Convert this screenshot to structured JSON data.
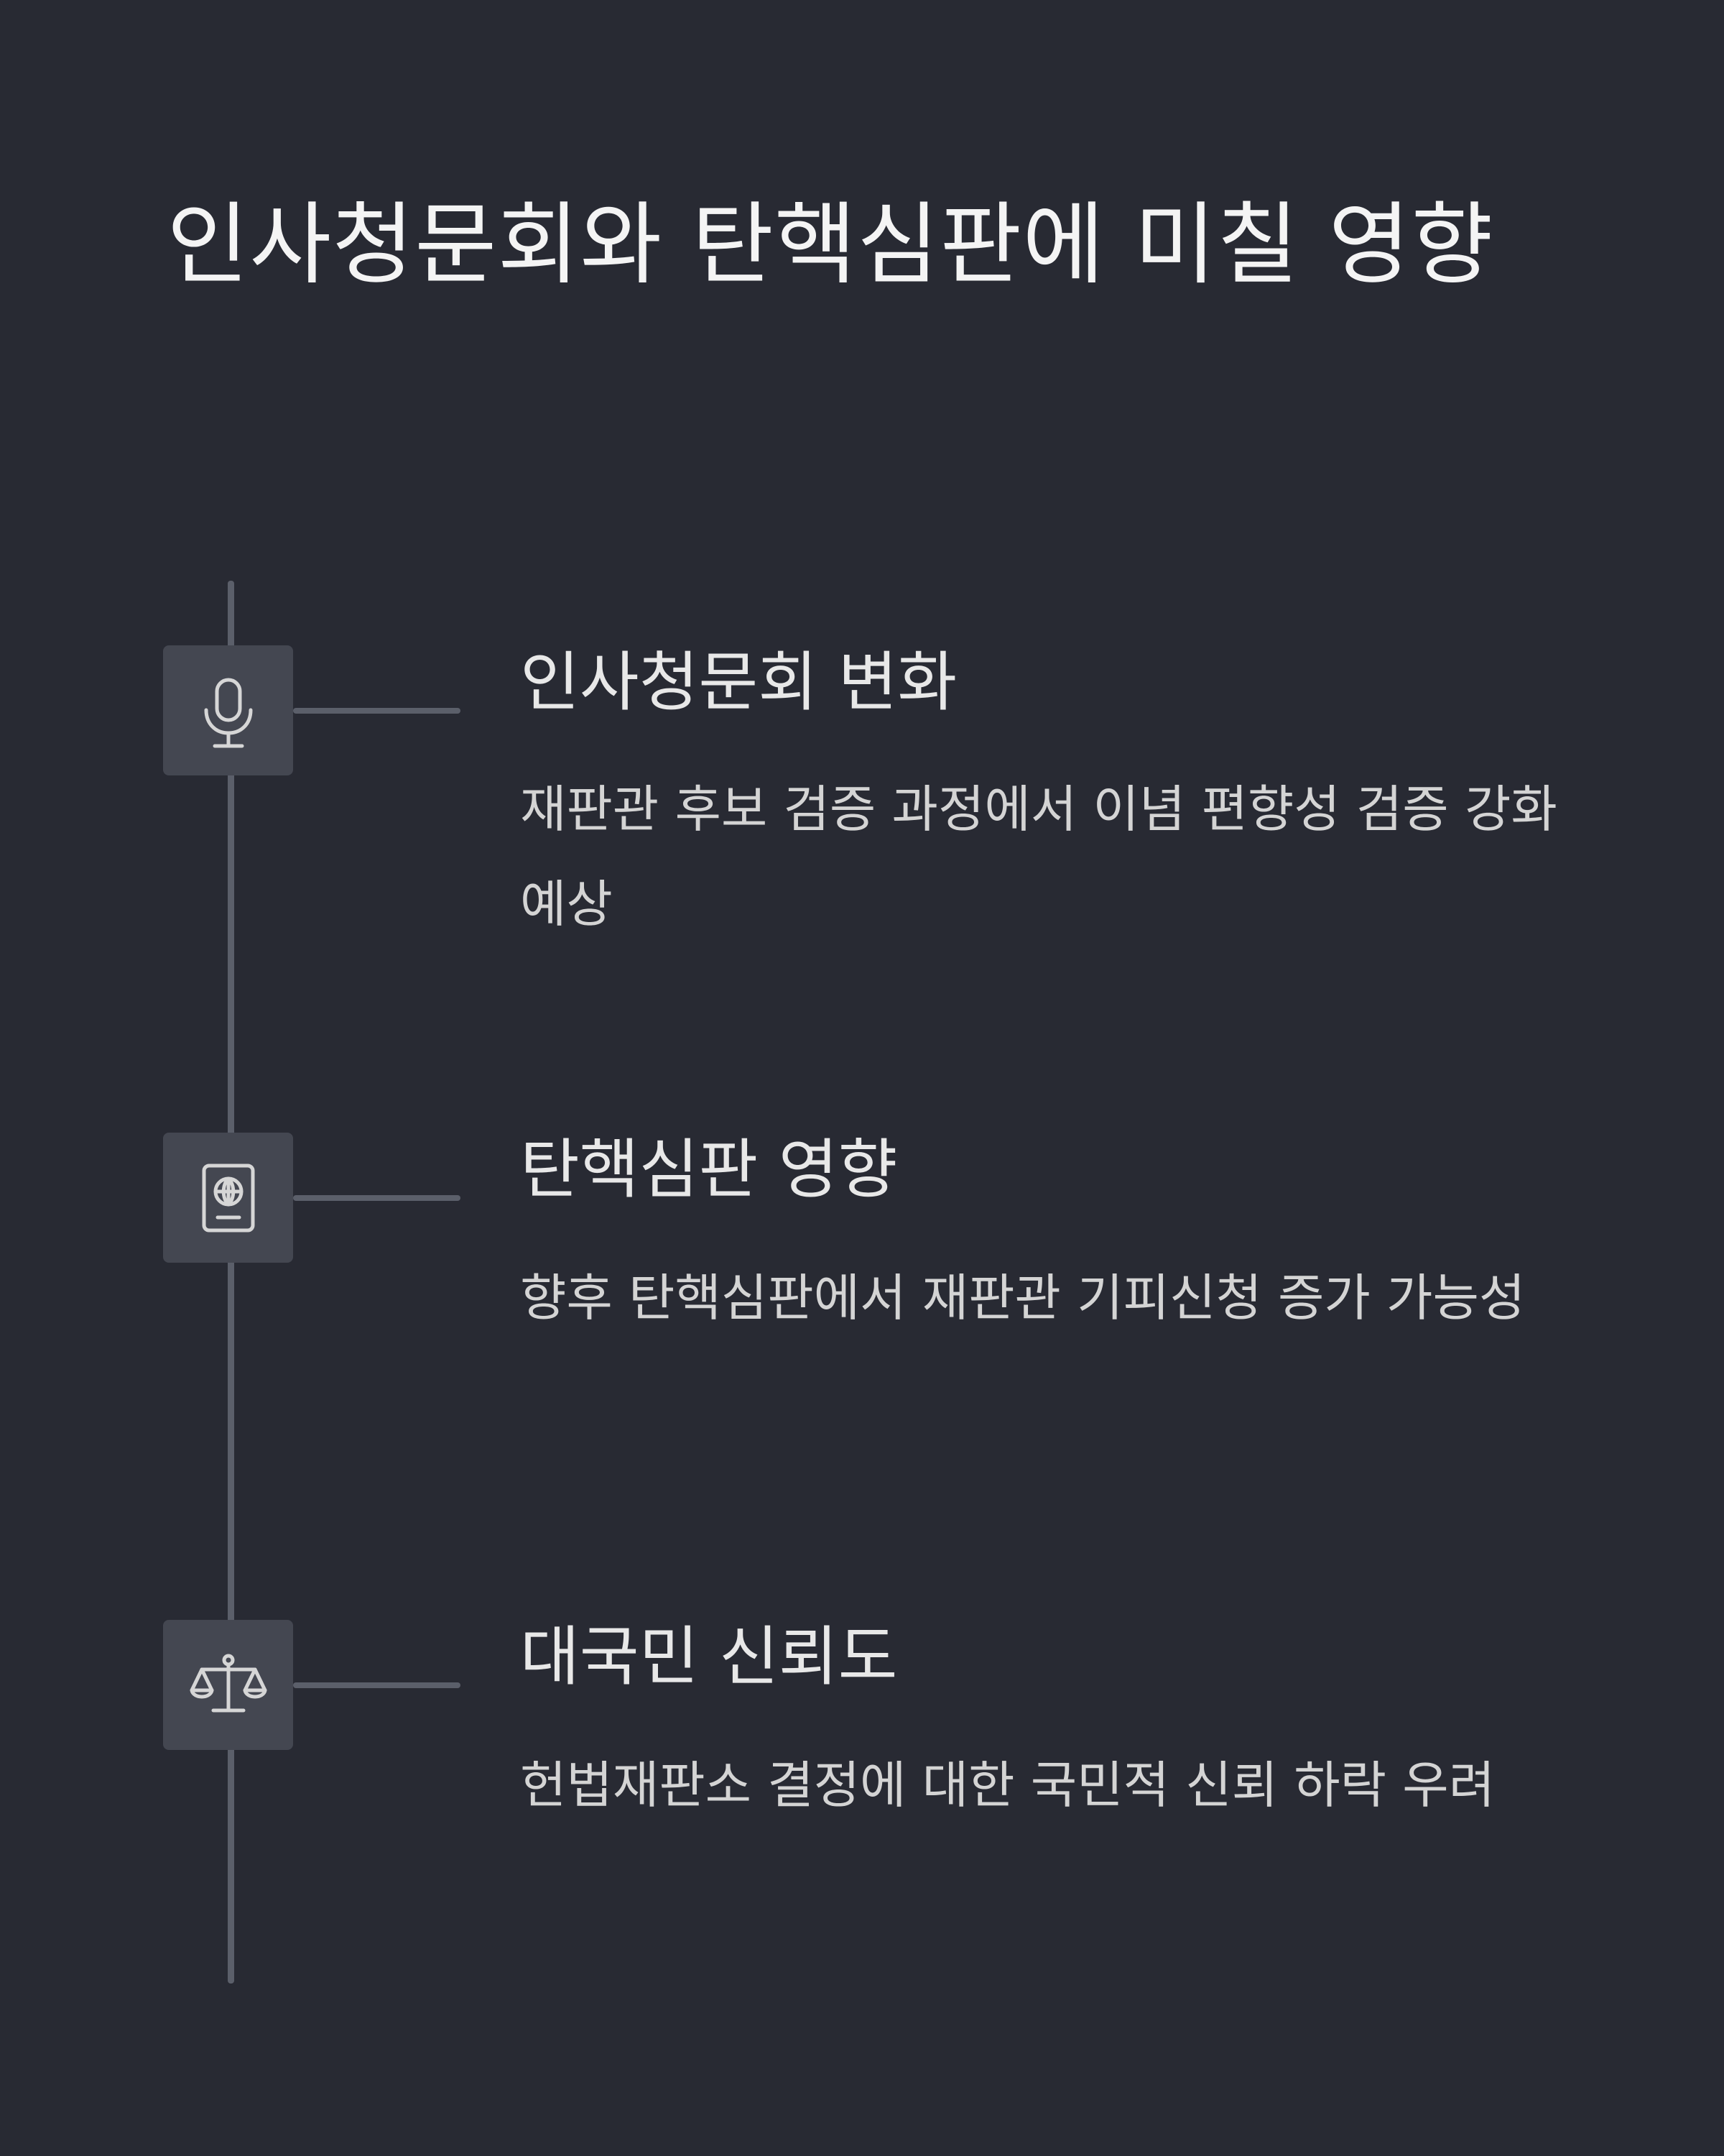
{
  "title": "인사청문회와 탄핵심판에 미칠 영향",
  "colors": {
    "background": "#282a33",
    "line": "#5b5f6a",
    "icon_box": "#444751",
    "icon_stroke": "#d6d6d6",
    "title_text": "#f4f4f4",
    "body_text": "#d4d4d4"
  },
  "items": [
    {
      "icon": "microphone-icon",
      "title": "인사청문회 변화",
      "description": "재판관 후보 검증 과정에서 이념 편향성 검증 강화 예상"
    },
    {
      "icon": "passport-globe-icon",
      "title": "탄핵심판 영향",
      "description": "향후 탄핵심판에서 재판관 기피신청 증가 가능성"
    },
    {
      "icon": "scales-icon",
      "title": "대국민 신뢰도",
      "description": "헌법재판소 결정에 대한 국민적 신뢰 하락 우려"
    }
  ]
}
